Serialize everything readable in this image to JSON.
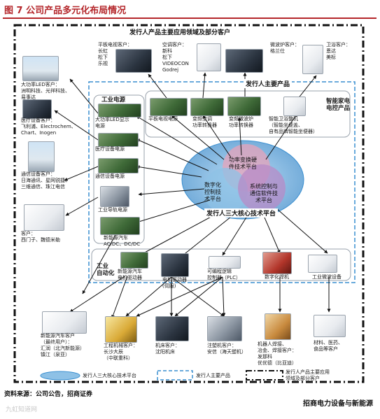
{
  "figure_title": "图 7 公司产品多元化布局情况",
  "outer_box_title": "发行人产品主要应用领域及部分客户",
  "inner_box_title": "发行人主要产品",
  "core_title": "发行人三大核心技术平台",
  "categories": {
    "industrial_power": "工业电源",
    "smart_home": "智能家电\n电控产品",
    "industrial_automation": "工业\n自动化"
  },
  "venn": {
    "top": "功率变换硬\n件技术平台",
    "left": "数字化\n控制技\n术平台",
    "right": "系统控制与\n通信软件技\n术平台"
  },
  "top_customers": [
    {
      "id": "tv",
      "text": "平板电视客户：\n长虹\n松下\n乐视"
    },
    {
      "id": "ac",
      "text": "空调客户：\n新科\n松下\nVIDEOCON\nGodrej"
    },
    {
      "id": "microwave",
      "text": "微波炉客户：\n格兰仕"
    },
    {
      "id": "toilet",
      "text": "卫浴客户：\n恩达\n美标"
    }
  ],
  "left_customers": [
    {
      "id": "led",
      "text": "大功率LED客户：\n洲明科技、光祥科技、\n易事达"
    },
    {
      "id": "medical",
      "text": "医疗设备客户：\n飞利浦、Electrochem、\nChart、Inogen"
    },
    {
      "id": "telecom",
      "text": "通信设备客户：\n日海通讯、星网锐捷、\n三维通信、珠江电信"
    },
    {
      "id": "rail",
      "text": "客户：\n西门子、魏德米勒"
    }
  ],
  "products": {
    "led_power": "大功率LED显示\n电源",
    "medical_power": "医疗设备电源",
    "telecom_power": "通信设备电源",
    "rail_power": "工业导轨电源",
    "ev_power": "新能源汽车\nAC/DC、DC/DC",
    "tv_power": "平板电视电源",
    "ac_converter": "变频空调\n功率转换器",
    "microwave_converter": "变频微波炉\n功率转换器",
    "toilet_control": "智能卫浴整机\n（智能坐便盖、\n自有品牌智能坐便器）",
    "ev_controller": "新能源汽车\n电机驱动器",
    "servo_drive": "电机驱动器\n(伺服)",
    "plc": "可编程逻辑\n控制器（PLC）",
    "welder": "数字化焊机",
    "micro_device": "工业微波设备"
  },
  "bottom_customers": [
    {
      "id": "car",
      "text": "新能源汽车客户\n（最终用户）：\n汇润（北汽新能源）\n镇江（泉亚）"
    },
    {
      "id": "crane",
      "text": "工程机械客户：\n长沙大辰\n（中联重科）"
    },
    {
      "id": "machine_tool",
      "text": "机床客户：\n沈阳机床"
    },
    {
      "id": "injection",
      "text": "注塑机客户：\n安信（海天塑机）"
    },
    {
      "id": "robot",
      "text": "机器人焊接、\n冶金、焊接客户：\n发那科\n优优德（比亚迪）"
    },
    {
      "id": "material",
      "text": "材料、医药、\n食品等客户"
    }
  ],
  "legend": {
    "core": "发行人三大核心技术平台",
    "main": "发行人主要产品",
    "fields": "发行人产品主要应用\n领域及部分客户"
  },
  "footer": {
    "source": "资料来源：公司公告，招商证券",
    "brand": "招商电力设备与新能源",
    "watermark": "九虹知道网"
  },
  "colors": {
    "title_red": "#b4262a",
    "inner_dashed": "#3a8fd0",
    "venn_blue": "#8ec1e6",
    "venn_pink": "#e7a3ba",
    "venn_purple": "#b78bc7"
  }
}
